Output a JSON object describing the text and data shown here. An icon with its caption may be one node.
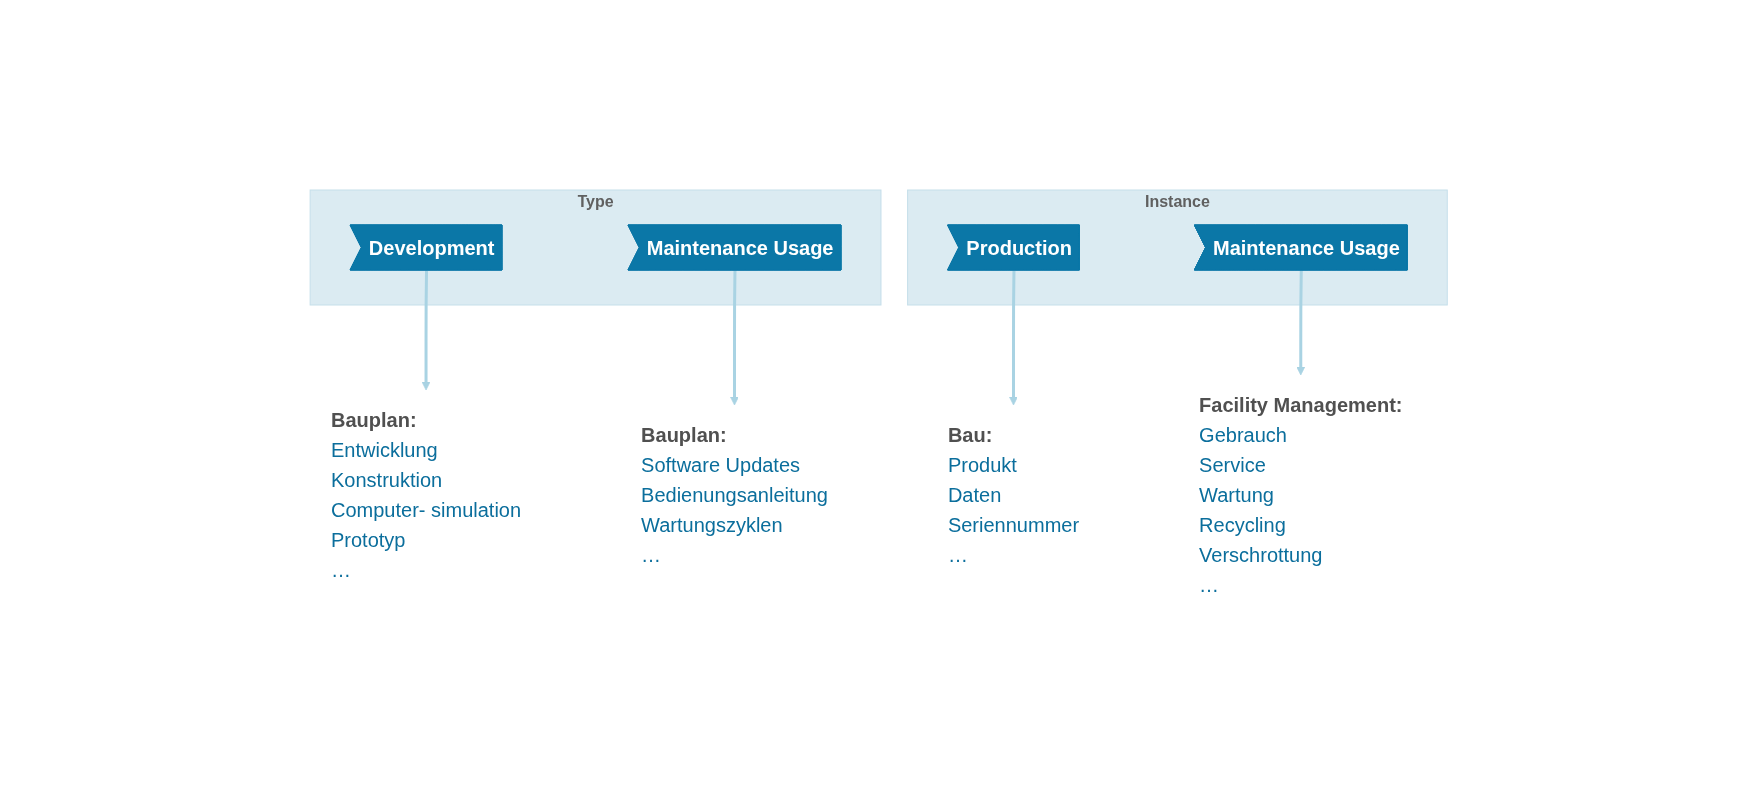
{
  "diagram": {
    "nodes": [
      {
        "text": [
          "Type"
        ]
      },
      {
        "text": [
          "Development"
        ],
        "in": 0
      },
      {
        "text": [
          "Maintenance Usage"
        ],
        "in": 0
      },
      {
        "text": [
          "Instance"
        ]
      },
      {
        "text": [
          "Production"
        ],
        "in": 3
      },
      {
        "text": [
          "Maintenance Usage"
        ],
        "in": 3
      },
      {
        "text": [
          "Bauplan:",
          "Entwicklung",
          "Konstruktion",
          "Computer- simulation",
          "Prototyp",
          "…"
        ]
      },
      {
        "text": [
          "Bauplan:",
          "Software Updates",
          "Bedienungsanleitung",
          "Wartungszyklen",
          "…"
        ]
      },
      {
        "text": [
          "Bau:",
          "Produkt",
          "Daten",
          "Seriennummer",
          "…"
        ]
      },
      {
        "text": [
          "Facility Management:",
          "Gebrauch",
          "Service",
          "Wartung",
          "Recycling",
          "Verschrottung",
          "…"
        ]
      }
    ],
    "edges": [
      {
        "from": 1,
        "to": 6,
        "arrow": "to"
      },
      {
        "from": 2,
        "to": 7,
        "arrow": "to"
      },
      {
        "from": 4,
        "to": 8,
        "arrow": "to"
      },
      {
        "from": 5,
        "to": 9,
        "arrow": "to"
      }
    ]
  }
}
